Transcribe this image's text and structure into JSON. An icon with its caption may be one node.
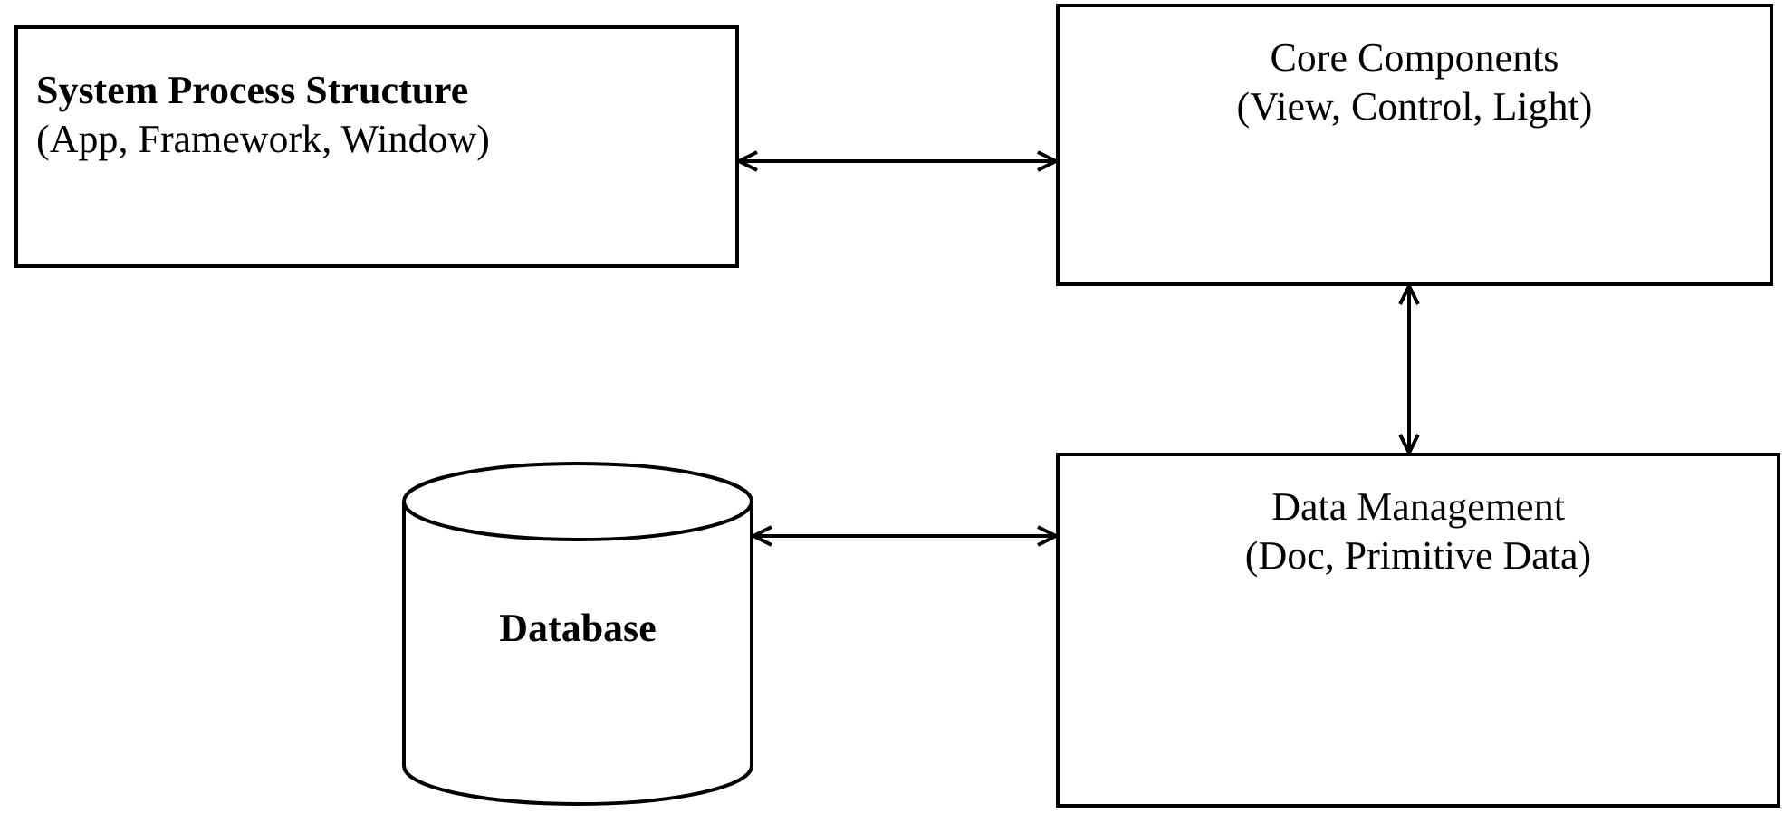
{
  "diagram": {
    "nodes": [
      {
        "text": [
          "System Process Structure",
          "(App, Framework, Window)"
        ]
      },
      {
        "text": [
          "Core Components",
          "(View, Control, Light)"
        ]
      },
      {
        "text": [
          "Database"
        ]
      },
      {
        "text": [
          "Data Management",
          "(Doc, Primitive Data)"
        ]
      }
    ],
    "edges": [
      {
        "from": 0,
        "to": 1,
        "arrow": "both"
      },
      {
        "from": 1,
        "to": 3,
        "arrow": "both"
      },
      {
        "from": 2,
        "to": 3,
        "arrow": "both"
      }
    ]
  }
}
